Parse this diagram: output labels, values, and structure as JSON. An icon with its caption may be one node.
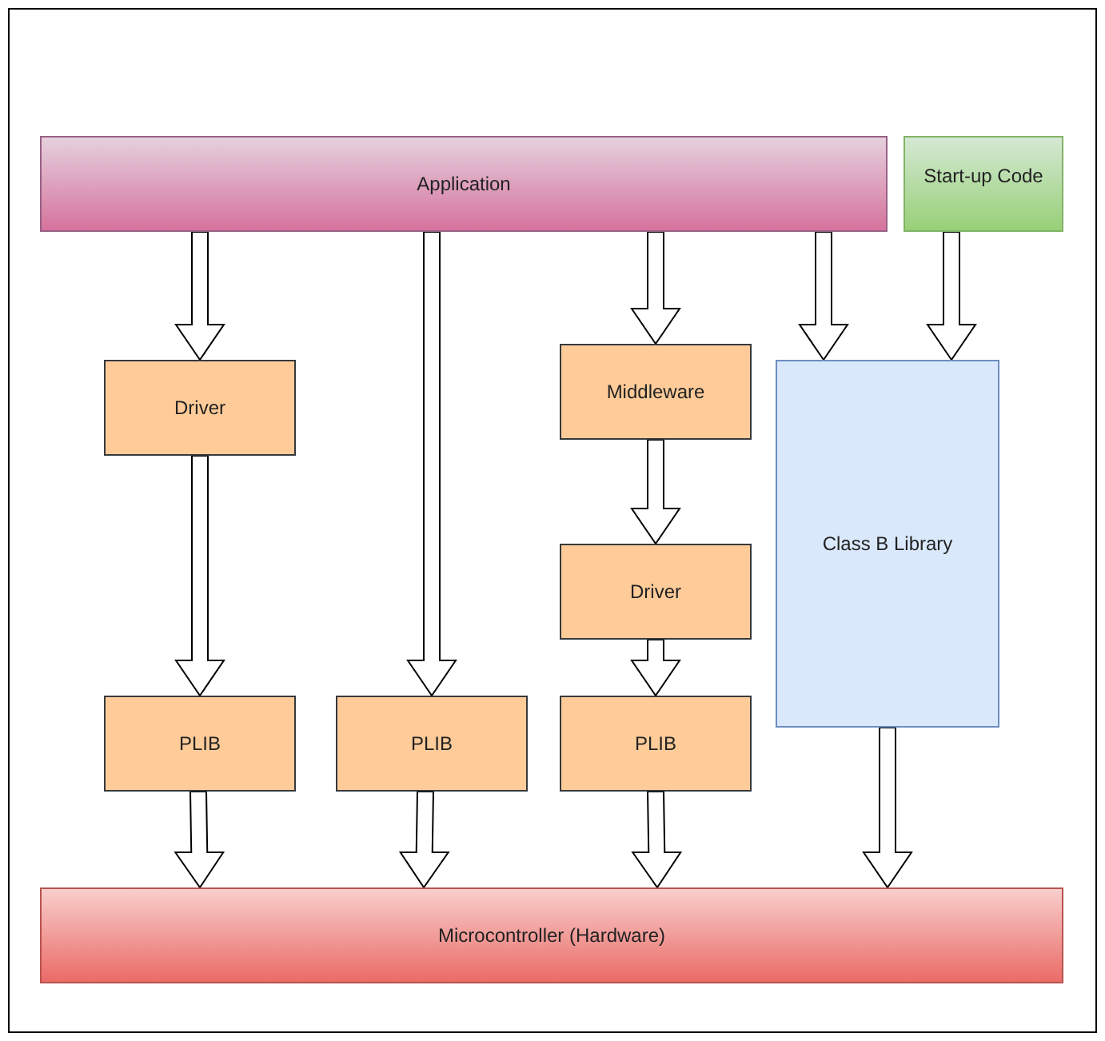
{
  "diagram": {
    "nodes": [
      {
        "text": [
          "Application"
        ]
      },
      {
        "text": [
          "Start-up Code"
        ]
      },
      {
        "text": [
          "Driver"
        ]
      },
      {
        "text": [
          "Middleware"
        ]
      },
      {
        "text": [
          "Class B Library"
        ]
      },
      {
        "text": [
          "Driver"
        ]
      },
      {
        "text": [
          "PLIB"
        ]
      },
      {
        "text": [
          "PLIB"
        ]
      },
      {
        "text": [
          "PLIB"
        ]
      },
      {
        "text": [
          "Microcontroller (Hardware)"
        ]
      }
    ],
    "edges": [
      {
        "from": 0,
        "to": 2,
        "arrow": "to"
      },
      {
        "from": 2,
        "to": 6,
        "arrow": "to"
      },
      {
        "from": 0,
        "to": 7,
        "arrow": "to"
      },
      {
        "from": 0,
        "to": 3,
        "arrow": "to"
      },
      {
        "from": 3,
        "to": 5,
        "arrow": "to"
      },
      {
        "from": 5,
        "to": 8,
        "arrow": "to"
      },
      {
        "from": 0,
        "to": 4,
        "arrow": "to"
      },
      {
        "from": 1,
        "to": 4,
        "arrow": "to"
      },
      {
        "from": 6,
        "to": 9,
        "arrow": "to"
      },
      {
        "from": 7,
        "to": 9,
        "arrow": "to"
      },
      {
        "from": 8,
        "to": 9,
        "arrow": "to"
      },
      {
        "from": 4,
        "to": 9,
        "arrow": "to"
      }
    ]
  }
}
